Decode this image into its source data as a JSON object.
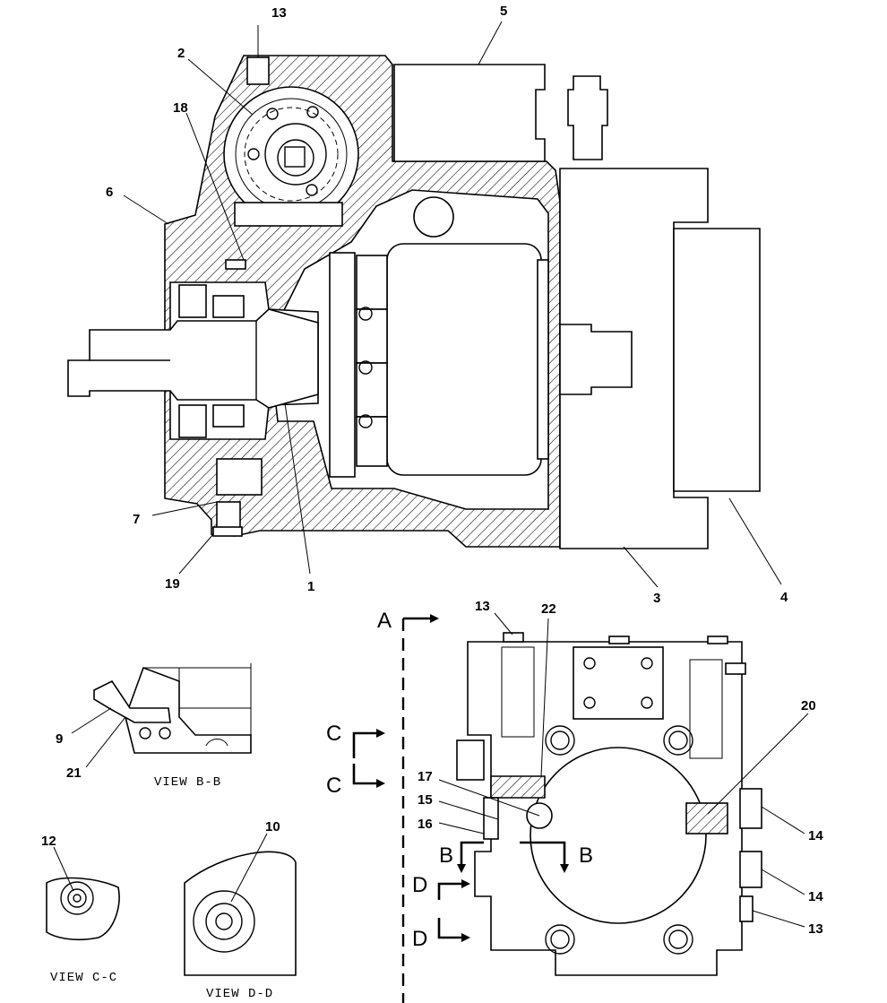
{
  "callouts": {
    "c13_top": "13",
    "c5": "5",
    "c2": "2",
    "c18": "18",
    "c6": "6",
    "c7": "7",
    "c19": "19",
    "c1": "1",
    "c3": "3",
    "c4": "4",
    "c13_rv": "13",
    "c22": "22",
    "c20": "20",
    "c17": "17",
    "c15": "15",
    "c16": "16",
    "c14_a": "14",
    "c14_b": "14",
    "c13_bot": "13",
    "c9": "9",
    "c21": "21",
    "c12": "12",
    "c10": "10"
  },
  "section_labels": {
    "a": "A",
    "b_left": "B",
    "b_right": "B",
    "c_top": "C",
    "c_bot": "C",
    "d_top": "D",
    "d_bot": "D"
  },
  "view_labels": {
    "bb": "VIEW B-B",
    "cc": "VIEW C-C",
    "dd": "VIEW D-D"
  }
}
